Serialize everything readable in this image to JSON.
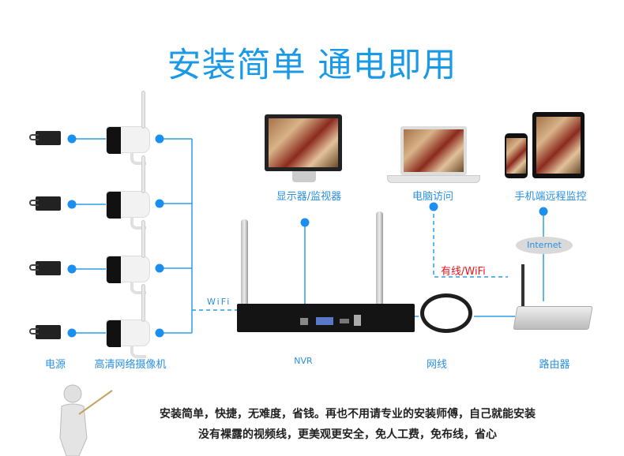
{
  "title": "安装简单 通电即用",
  "labels": {
    "power": "电源",
    "camera": "高清网络摄像机",
    "nvr": "NVR",
    "cable": "网线",
    "router": "路由器",
    "monitor": "显示器/监视器",
    "computer": "电脑访问",
    "mobile": "手机端远程监控",
    "wifi": "WiFi",
    "wired_wifi": "有线/WiFi",
    "internet": "Internet"
  },
  "colors": {
    "accent": "#1a9ae6",
    "line": "#2b9de8",
    "red": "#e8141b"
  },
  "bottom_text": [
    "安装简单，快捷，无难度，省钱。再也不用请专业的安装师傅，自己就能安装",
    "没有裸露的视频线，更美观更安全，免人工费，免布线，省心"
  ]
}
